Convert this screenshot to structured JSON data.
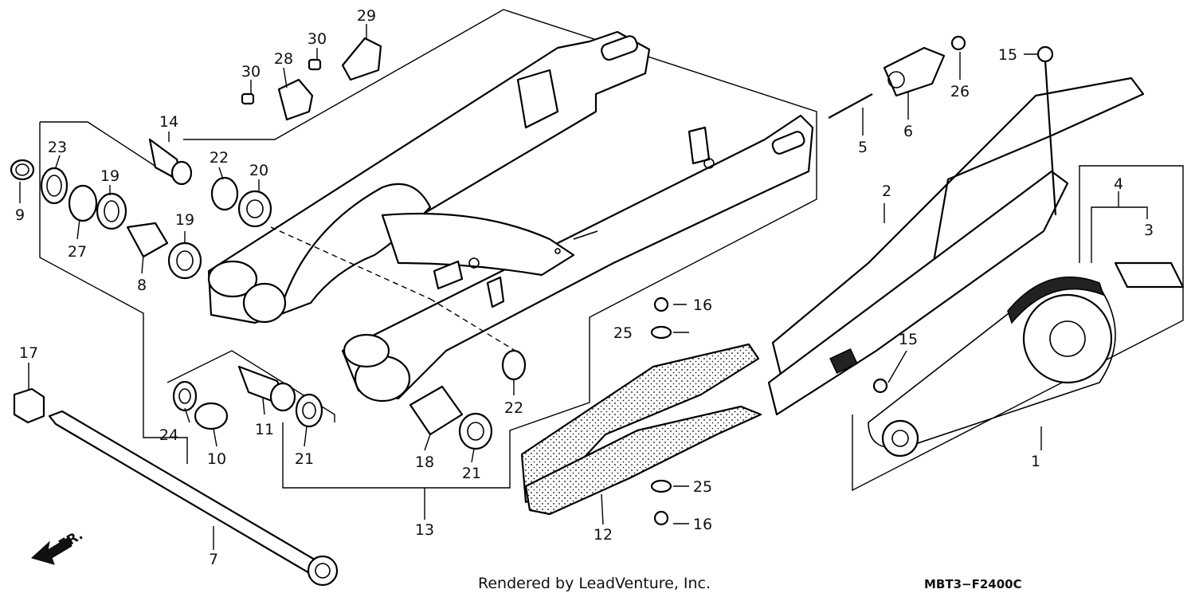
{
  "diagram": {
    "part_labels": [
      "1",
      "2",
      "3",
      "4",
      "5",
      "6",
      "7",
      "8",
      "9",
      "10",
      "11",
      "12",
      "13",
      "14",
      "15",
      "15",
      "16",
      "16",
      "17",
      "18",
      "19",
      "19",
      "20",
      "21",
      "21",
      "22",
      "22",
      "23",
      "24",
      "25",
      "25",
      "26",
      "27",
      "28",
      "29",
      "30",
      "30"
    ],
    "direction_label": "FR.",
    "credit": "Rendered by LeadVenture, Inc.",
    "diagram_code": "MBT3−F2400C"
  }
}
